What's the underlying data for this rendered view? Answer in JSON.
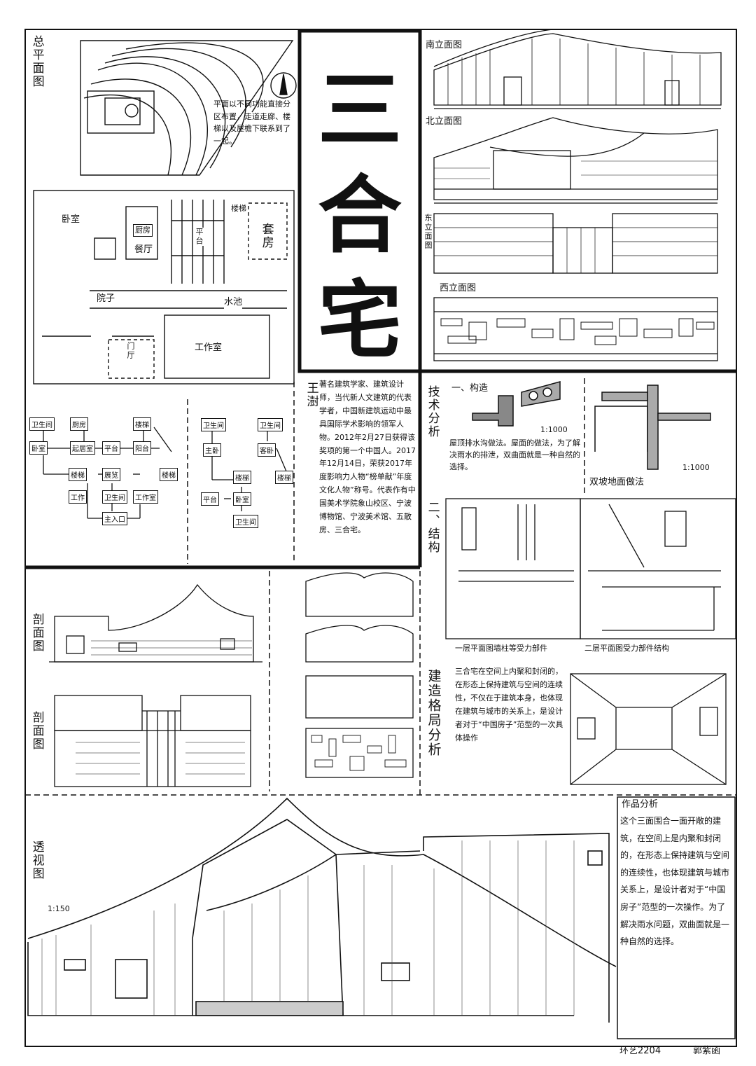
{
  "title": {
    "chars": [
      "三",
      "合",
      "宅"
    ]
  },
  "site_plan": {
    "label": "总平面图",
    "note": "平面以不同功能直接分区布置，走道走廊、楼梯以及屋檐下联系到了一起。"
  },
  "floor_plan": {
    "rooms": [
      "卧室",
      "厨房",
      "餐厅",
      "平台",
      "楼梯",
      "套房",
      "院子",
      "水池",
      "门厅",
      "工作室"
    ]
  },
  "bubble_diagram_1": {
    "nodes": [
      "卫生间",
      "厨房",
      "楼梯",
      "卧室",
      "起居室",
      "平台",
      "阳台",
      "楼梯",
      "楼梯",
      "展览",
      "工作",
      "卫生间",
      "工作室",
      "主入口"
    ]
  },
  "bubble_diagram_2": {
    "nodes": [
      "卫生间",
      "卫生间",
      "主卧",
      "客卧",
      "楼梯",
      "楼梯",
      "平台",
      "卧室",
      "卫生间"
    ]
  },
  "architect": {
    "name": "王澍",
    "bio": "著名建筑学家、建筑设计师，当代新人文建筑的代表学者，中国新建筑运动中最具国际学术影响的领军人物。2012年2月27日获得该奖项的第一个中国人。2017年12月14日，荣获2017年度影响力人物“榜单献”年度文化人物”称号。代表作有中国美术学院象山校区、宁波博物馆、宁波美术馆、五散房、三合宅。"
  },
  "elevations": {
    "south": "南立面图",
    "north": "北立面图",
    "east": "东立面图",
    "west": "西立面图"
  },
  "tech_analysis": {
    "heading": "技术分析",
    "section1": "一、构造",
    "scale1": "1:1000",
    "text1": "屋顶排水沟做法。屋面的做法，为了解决雨水的排泄，双曲面就是一种自然的选择。",
    "scale2": "1:1000",
    "caption2": "双坡地面做法",
    "section2": "二、结构",
    "plan1_caption": "一层平面图墙柱等受力部件",
    "plan2_caption": "二层平面图受力部件结构"
  },
  "space_analysis": {
    "heading": "建造格局分析",
    "text": "三合宅在空间上内聚和封闭的，在形态上保持建筑与空间的连续性，不仅在于建筑本身，也体现在建筑与城市的关系上，是设计者对于“中国房子”范型的一次具体操作"
  },
  "sections": {
    "label1": "剖面图",
    "label2": "剖面图"
  },
  "perspective": {
    "label": "透视图",
    "scale": "1:150"
  },
  "work_analysis": {
    "heading": "作品分析",
    "text": "这个三面围合一面开敞的建筑，在空间上是内聚和封闭的，在形态上保持建筑与空间的连续性，也体现建筑与城市关系上，是设计者对于“中国房子”范型的一次操作。为了解决雨水问题，双曲面就是一种自然的选择。"
  },
  "signature": {
    "class": "环艺2204",
    "name": "郭紫函"
  }
}
